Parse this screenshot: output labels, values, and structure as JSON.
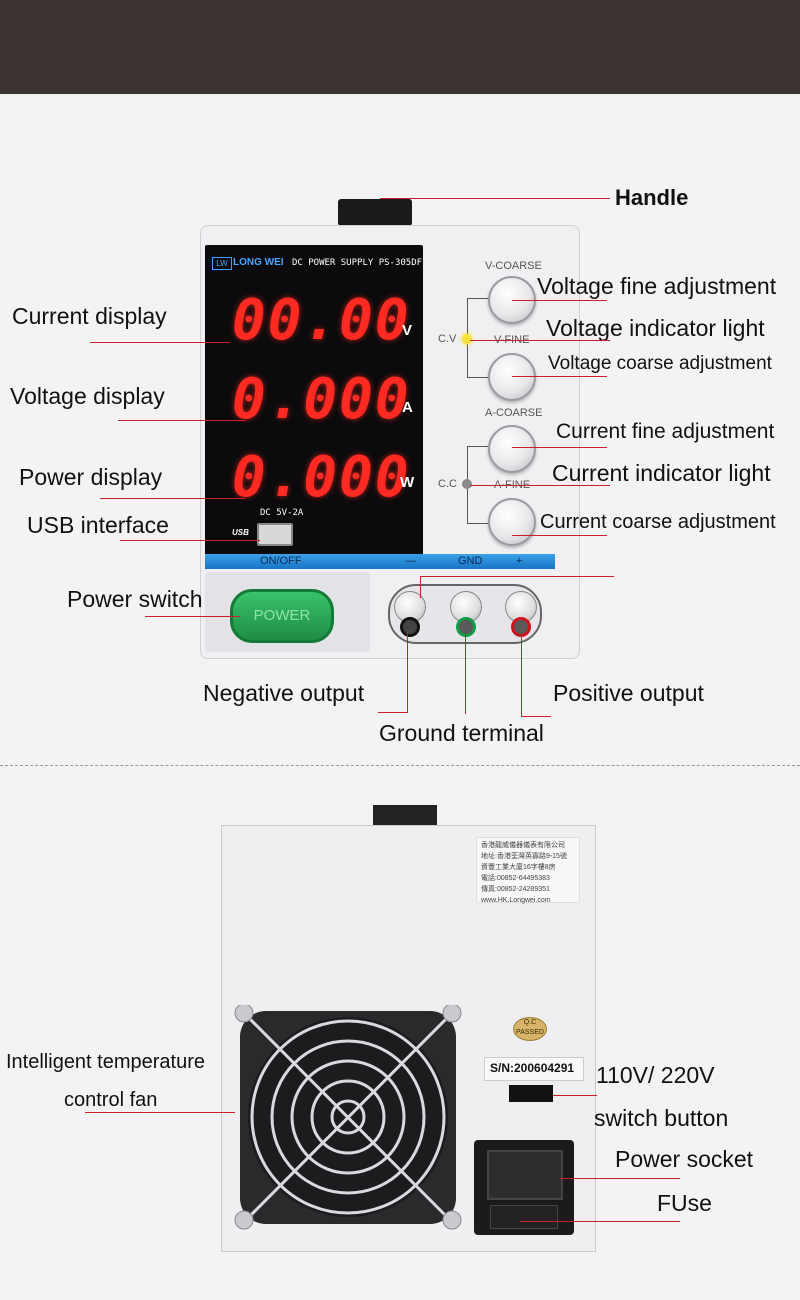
{
  "colors": {
    "topbar": "#3a3331",
    "leader": "#c8202a",
    "display": "#ff2a22",
    "power_button": "#2aa455"
  },
  "front": {
    "brand": "LONG WEI",
    "brand_logo": "LW",
    "model": "DC POWER SUPPLY PS-305DF",
    "readouts": [
      {
        "value": "00.00",
        "unit": "V"
      },
      {
        "value": "0.000",
        "unit": "A"
      },
      {
        "value": "0.000",
        "unit": "W"
      }
    ],
    "usb_rating": "DC 5V-2A",
    "usb_label": "USB",
    "bar": {
      "onoff": "ON/OFF",
      "minus": "—",
      "gnd": "GND",
      "plus": "+"
    },
    "knob_labels": {
      "v_coarse": "V-COARSE",
      "v_fine": "V-FINE",
      "a_coarse": "A-COARSE",
      "a_fine": "A-FINE",
      "cv": "C.V",
      "cc": "C.C"
    },
    "power_button": "POWER"
  },
  "callouts": {
    "handle": "Handle",
    "voltage_fine": "Voltage fine adjustment",
    "voltage_indicator": "Voltage indicator light",
    "voltage_coarse": "Voltage coarse adjustment",
    "current_fine": "Current fine adjustment",
    "current_indicator": "Current indicator light",
    "current_coarse": "Current coarse adjustment",
    "current_display": "Current display",
    "voltage_display": "Voltage display",
    "power_display": "Power display",
    "usb_interface": "USB interface",
    "power_switch": "Power switch",
    "negative_output": "Negative output",
    "ground_terminal": "Ground terminal",
    "positive_output": "Positive output",
    "fan_line1": "Intelligent temperature",
    "fan_line2": "control fan",
    "switch_line1": "110V/ 220V",
    "switch_line2": "switch button",
    "power_socket": "Power socket",
    "fuse": "FUse"
  },
  "rear": {
    "sticker_lines": [
      "香港龍威儀器儀表有限公司",
      "地址:香港荃灣英寡路9-15號",
      "資豐工業大廈16字樓8房",
      "電話:00852-64495383",
      "傳真:00852-24289351",
      "www.HK.Longwei.com"
    ],
    "qc": "Q.C PASSED",
    "serial": "S/N:200604291"
  }
}
